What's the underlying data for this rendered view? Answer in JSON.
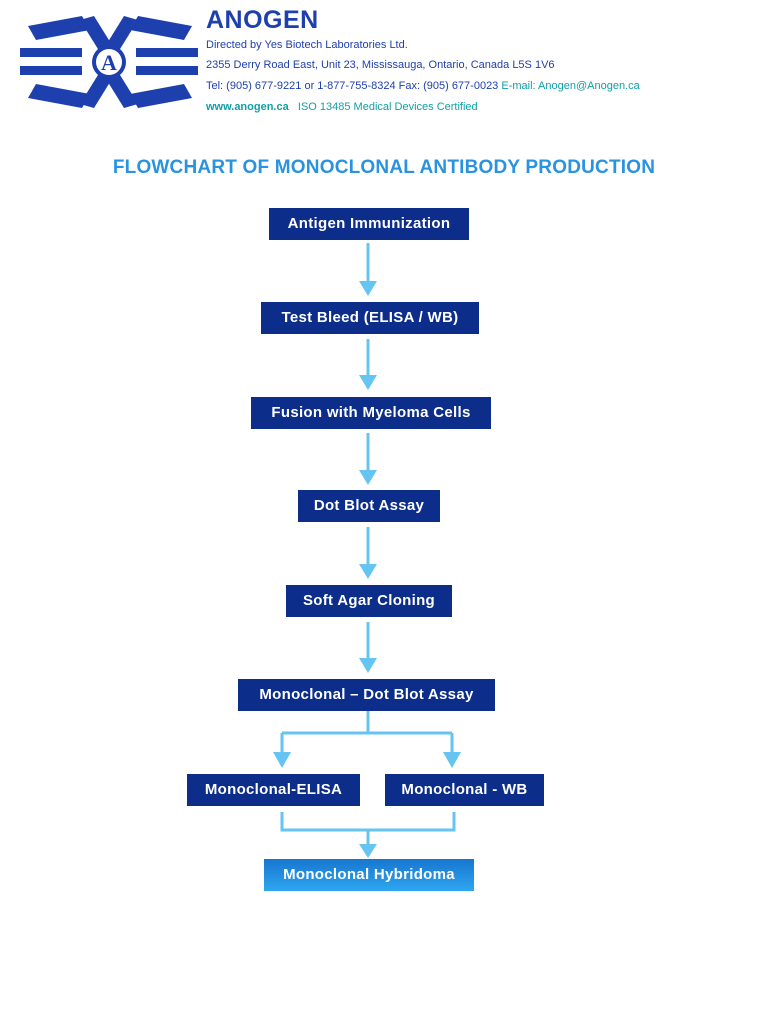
{
  "header": {
    "company": "ANOGEN",
    "logo_letter": "A",
    "directed_by": "Directed by Yes Biotech Laboratories Ltd.",
    "address": "2355 Derry Road East, Unit 23, Mississauga, Ontario, Canada L5S 1V6",
    "tel_fax": "Tel: (905) 677-9221 or 1-877-755-8324  Fax: (905) 677-0023",
    "email": "E-mail: Anogen@Anogen.ca",
    "website": "www.anogen.ca",
    "certification": "ISO 13485 Medical Devices Certified"
  },
  "diagram": {
    "title": "FLOWCHART OF MONOCLONAL ANTIBODY PRODUCTION",
    "steps": {
      "antigen_immunization": "Antigen Immunization",
      "test_bleed": "Test Bleed (ELISA / WB)",
      "fusion": "Fusion with Myeloma Cells",
      "dot_blot": "Dot Blot Assay",
      "soft_agar": "Soft Agar Cloning",
      "monoclonal_dot_blot": "Monoclonal – Dot Blot Assay",
      "monoclonal_elisa": "Monoclonal-ELISA",
      "monoclonal_wb": "Monoclonal - WB",
      "monoclonal_hybridoma": "Monoclonal Hybridoma"
    },
    "colors": {
      "box": "#0c2d8a",
      "final_box_top": "#1776d0",
      "final_box_bottom": "#2ea6ef",
      "arrow": "#66c4f2",
      "title": "#2a93e0",
      "brand": "#1e3fae",
      "accent": "#11a0a5"
    }
  }
}
